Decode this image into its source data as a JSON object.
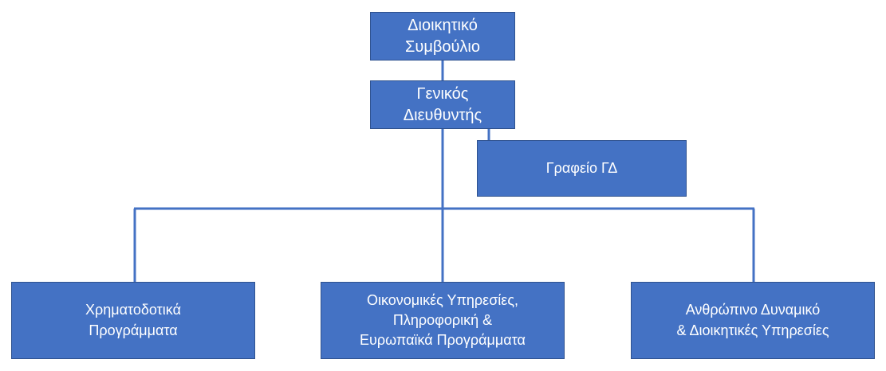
{
  "org_chart": {
    "board": {
      "label": "Διοικητικό\nΣυμβούλιο"
    },
    "general_manager": {
      "label": "Γενικός\nΔιευθυντής"
    },
    "gm_office": {
      "label": "Γραφείο ΓΔ"
    },
    "departments": [
      {
        "label": "Χρηματοδοτικά\nΠρογράμματα"
      },
      {
        "label": "Οικονομικές Υπηρεσίες,\nΠληροφορική &\nΕυρωπαϊκά Προγράμματα"
      },
      {
        "label": "Ανθρώπινο Δυναμικό\n& Διοικητικές Υπηρεσίες"
      }
    ]
  },
  "colors": {
    "box_fill": "#4472c4",
    "box_border": "#2f528f",
    "connector": "#4472c4",
    "text": "#ffffff"
  }
}
